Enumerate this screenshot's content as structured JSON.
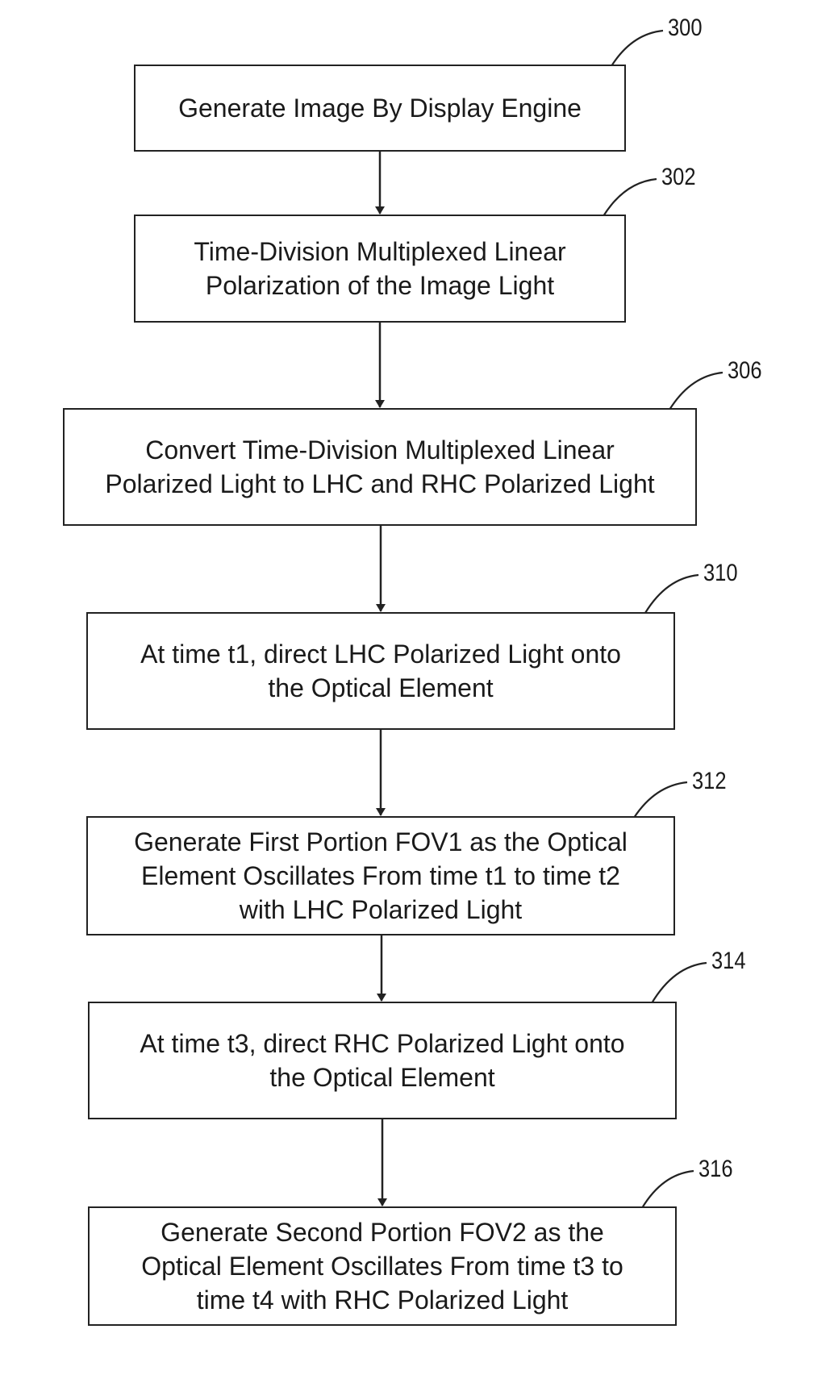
{
  "steps": [
    {
      "ref": "300",
      "lines": [
        "Generate Image By Display Engine"
      ]
    },
    {
      "ref": "302",
      "lines": [
        "Time-Division Multiplexed Linear",
        "Polarization of the Image Light"
      ]
    },
    {
      "ref": "306",
      "lines": [
        "Convert Time-Division Multiplexed Linear",
        "Polarized Light to LHC and RHC Polarized Light"
      ]
    },
    {
      "ref": "310",
      "lines": [
        "At time t1, direct LHC Polarized Light onto",
        "the Optical Element"
      ]
    },
    {
      "ref": "312",
      "lines": [
        "Generate First Portion FOV1 as the Optical",
        "Element Oscillates From time t1 to time t2",
        "with LHC Polarized Light"
      ]
    },
    {
      "ref": "314",
      "lines": [
        "At time t3, direct RHC Polarized Light onto",
        "the Optical Element"
      ]
    },
    {
      "ref": "316",
      "lines": [
        "Generate Second Portion FOV2 as the",
        "Optical Element Oscillates From time t3 to",
        "time t4 with RHC Polarized Light"
      ]
    }
  ]
}
